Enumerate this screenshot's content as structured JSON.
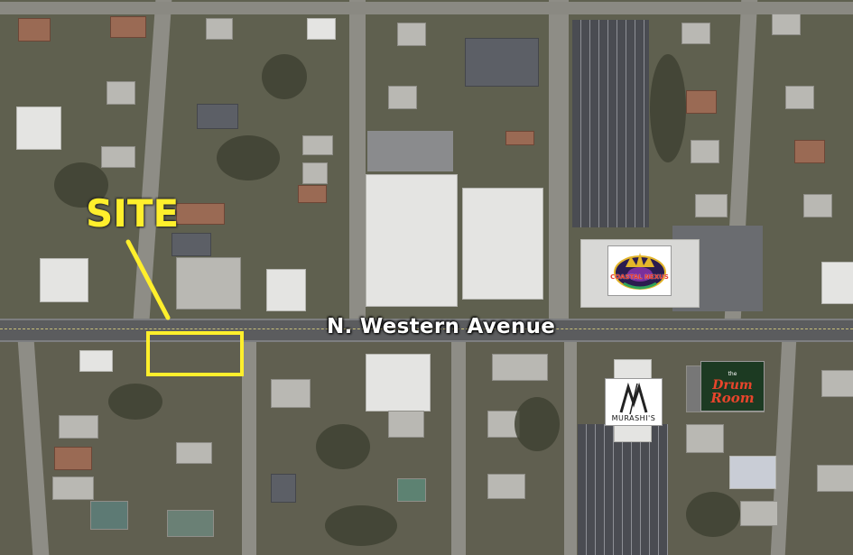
{
  "map": {
    "site_label": "SITE",
    "street_label": "N. Western Avenue",
    "highlight_color": "#ffef2c"
  },
  "logos": {
    "coastal": {
      "text": "COASTAL NEXUS",
      "icon": "coastal-crown-emblem"
    },
    "murashi": {
      "text": "MURASHI'S",
      "icon": "stylized-m-icon"
    },
    "drum_room": {
      "small": "the",
      "line1": "Drum",
      "line2": "Room"
    }
  }
}
